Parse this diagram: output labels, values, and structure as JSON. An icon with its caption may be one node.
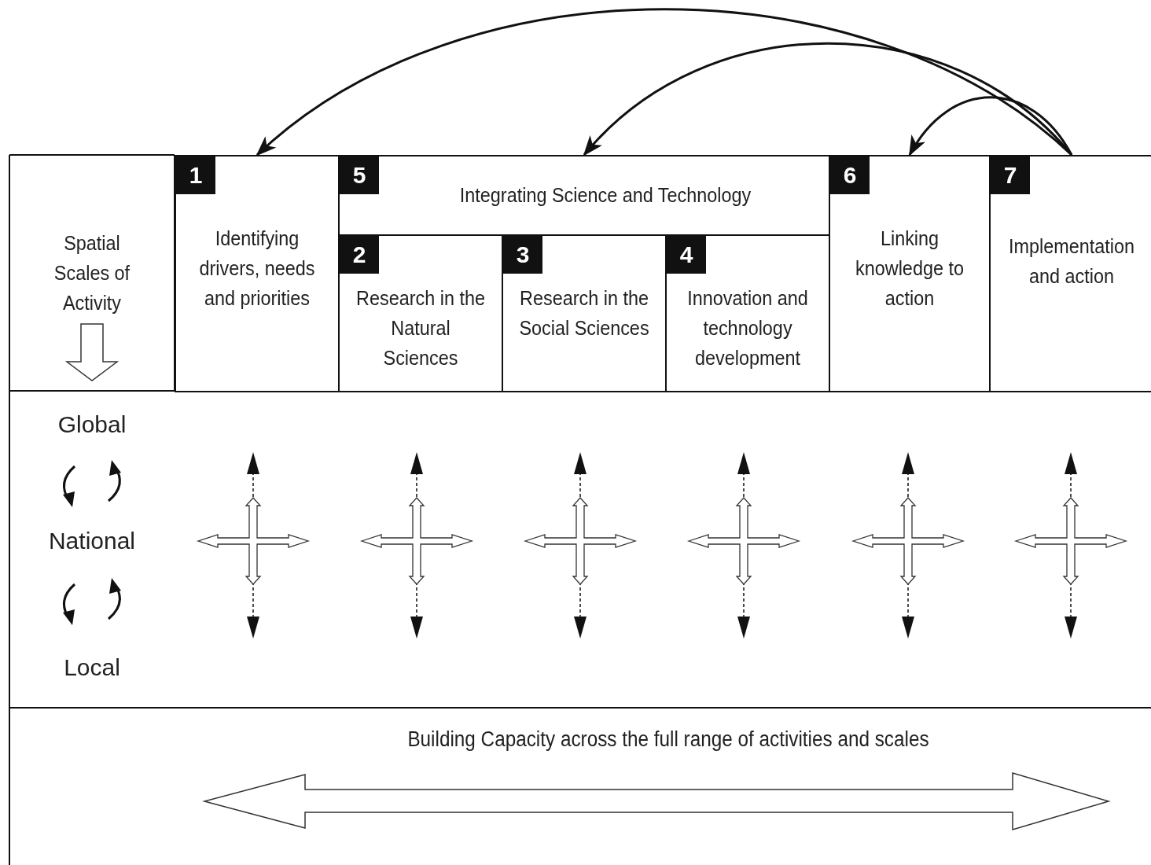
{
  "diagram": {
    "nodes": [
      {
        "text": [
          "1",
          "Identifying drivers, needs and priorities"
        ]
      },
      {
        "text": [
          "5",
          "Integrating Science and Technology"
        ]
      },
      {
        "text": [
          "2",
          "Research in the Natural Sciences"
        ]
      },
      {
        "text": [
          "3",
          "Research in the Social Sciences"
        ]
      },
      {
        "text": [
          "4",
          "Innovation and technology development"
        ]
      },
      {
        "text": [
          "6",
          "Linking knowledge to action"
        ]
      },
      {
        "text": [
          "7",
          "Implementation and action"
        ]
      }
    ],
    "edges": [
      {
        "from": 6,
        "to": 0,
        "arrow": "to"
      },
      {
        "from": 6,
        "to": 1,
        "arrow": "to"
      },
      {
        "from": 6,
        "to": 5,
        "arrow": "to"
      }
    ],
    "labels": [
      "Spatial Scales of Activity",
      "Global",
      "National",
      "Local",
      "Building Capacity across the full range of activities and scales"
    ]
  }
}
